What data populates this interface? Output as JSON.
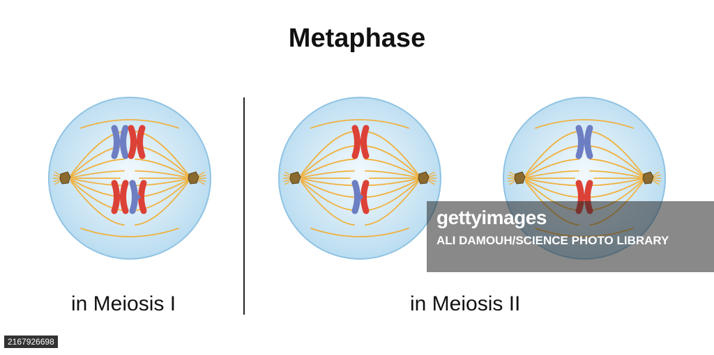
{
  "title": "Metaphase",
  "panels": [
    {
      "caption": "in Meiosis I"
    },
    {
      "caption": "in Meiosis II"
    }
  ],
  "watermark": {
    "logo": "gettyimages",
    "credit": "ALI DAMOUH/SCIENCE PHOTO LIBRARY"
  },
  "image_id": "2167926698",
  "colors": {
    "cell_fill": "#bfe0f2",
    "cell_center": "#eef7fc",
    "cell_border": "#8fc3e3",
    "spindle": "#f0b13e",
    "chromosome_blue": "#6d7ec2",
    "chromosome_red": "#dc4137",
    "centrosome": "#8a6a2e"
  }
}
